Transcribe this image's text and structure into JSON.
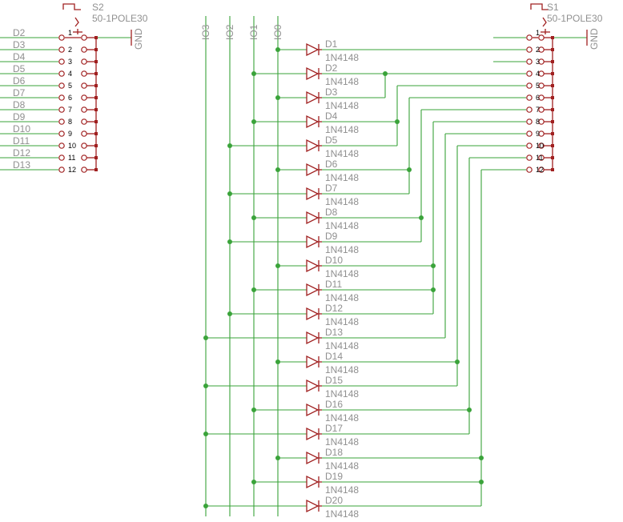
{
  "switch_left": {
    "ref": "S2",
    "value": "50-1POLE30",
    "gnd": "GND",
    "pins": [
      "1",
      "2",
      "3",
      "4",
      "5",
      "6",
      "7",
      "8",
      "9",
      "10",
      "11",
      "12"
    ],
    "nets": [
      "D2",
      "D3",
      "D4",
      "D5",
      "D6",
      "D7",
      "D8",
      "D9",
      "D10",
      "D11",
      "D12",
      "D13"
    ]
  },
  "switch_right": {
    "ref": "S1",
    "value": "50-1POLE30",
    "gnd": "GND",
    "pins": [
      "1",
      "2",
      "3",
      "4",
      "5",
      "6",
      "7",
      "8",
      "9",
      "10",
      "11",
      "12"
    ]
  },
  "io_buses": [
    "IO3",
    "IO2",
    "IO1",
    "IO0"
  ],
  "diodes": [
    {
      "ref": "D1",
      "part": "1N4148",
      "io": "IO0",
      "switch_pin": "2"
    },
    {
      "ref": "D2",
      "part": "1N4148",
      "io": "IO1",
      "switch_pin": "4"
    },
    {
      "ref": "D3",
      "part": "1N4148",
      "io": "IO0",
      "switch_pin": "4"
    },
    {
      "ref": "D4",
      "part": "1N4148",
      "io": "IO1",
      "switch_pin": "5"
    },
    {
      "ref": "D5",
      "part": "1N4148",
      "io": "IO2",
      "switch_pin": "5"
    },
    {
      "ref": "D6",
      "part": "1N4148",
      "io": "IO0",
      "switch_pin": "6"
    },
    {
      "ref": "D7",
      "part": "1N4148",
      "io": "IO2",
      "switch_pin": "6"
    },
    {
      "ref": "D8",
      "part": "1N4148",
      "io": "IO1",
      "switch_pin": "7"
    },
    {
      "ref": "D9",
      "part": "1N4148",
      "io": "IO2",
      "switch_pin": "7"
    },
    {
      "ref": "D10",
      "part": "1N4148",
      "io": "IO0",
      "switch_pin": "8"
    },
    {
      "ref": "D11",
      "part": "1N4148",
      "io": "IO1",
      "switch_pin": "8"
    },
    {
      "ref": "D12",
      "part": "1N4148",
      "io": "IO2",
      "switch_pin": "8"
    },
    {
      "ref": "D13",
      "part": "1N4148",
      "io": "IO3",
      "switch_pin": "9"
    },
    {
      "ref": "D14",
      "part": "1N4148",
      "io": "IO0",
      "switch_pin": "10"
    },
    {
      "ref": "D15",
      "part": "1N4148",
      "io": "IO3",
      "switch_pin": "10"
    },
    {
      "ref": "D16",
      "part": "1N4148",
      "io": "IO1",
      "switch_pin": "11"
    },
    {
      "ref": "D17",
      "part": "1N4148",
      "io": "IO3",
      "switch_pin": "11"
    },
    {
      "ref": "D18",
      "part": "1N4148",
      "io": "IO0",
      "switch_pin": "12"
    },
    {
      "ref": "D19",
      "part": "1N4148",
      "io": "IO1",
      "switch_pin": "12"
    },
    {
      "ref": "D20",
      "part": "1N4148",
      "io": "IO3",
      "switch_pin": "12"
    }
  ]
}
